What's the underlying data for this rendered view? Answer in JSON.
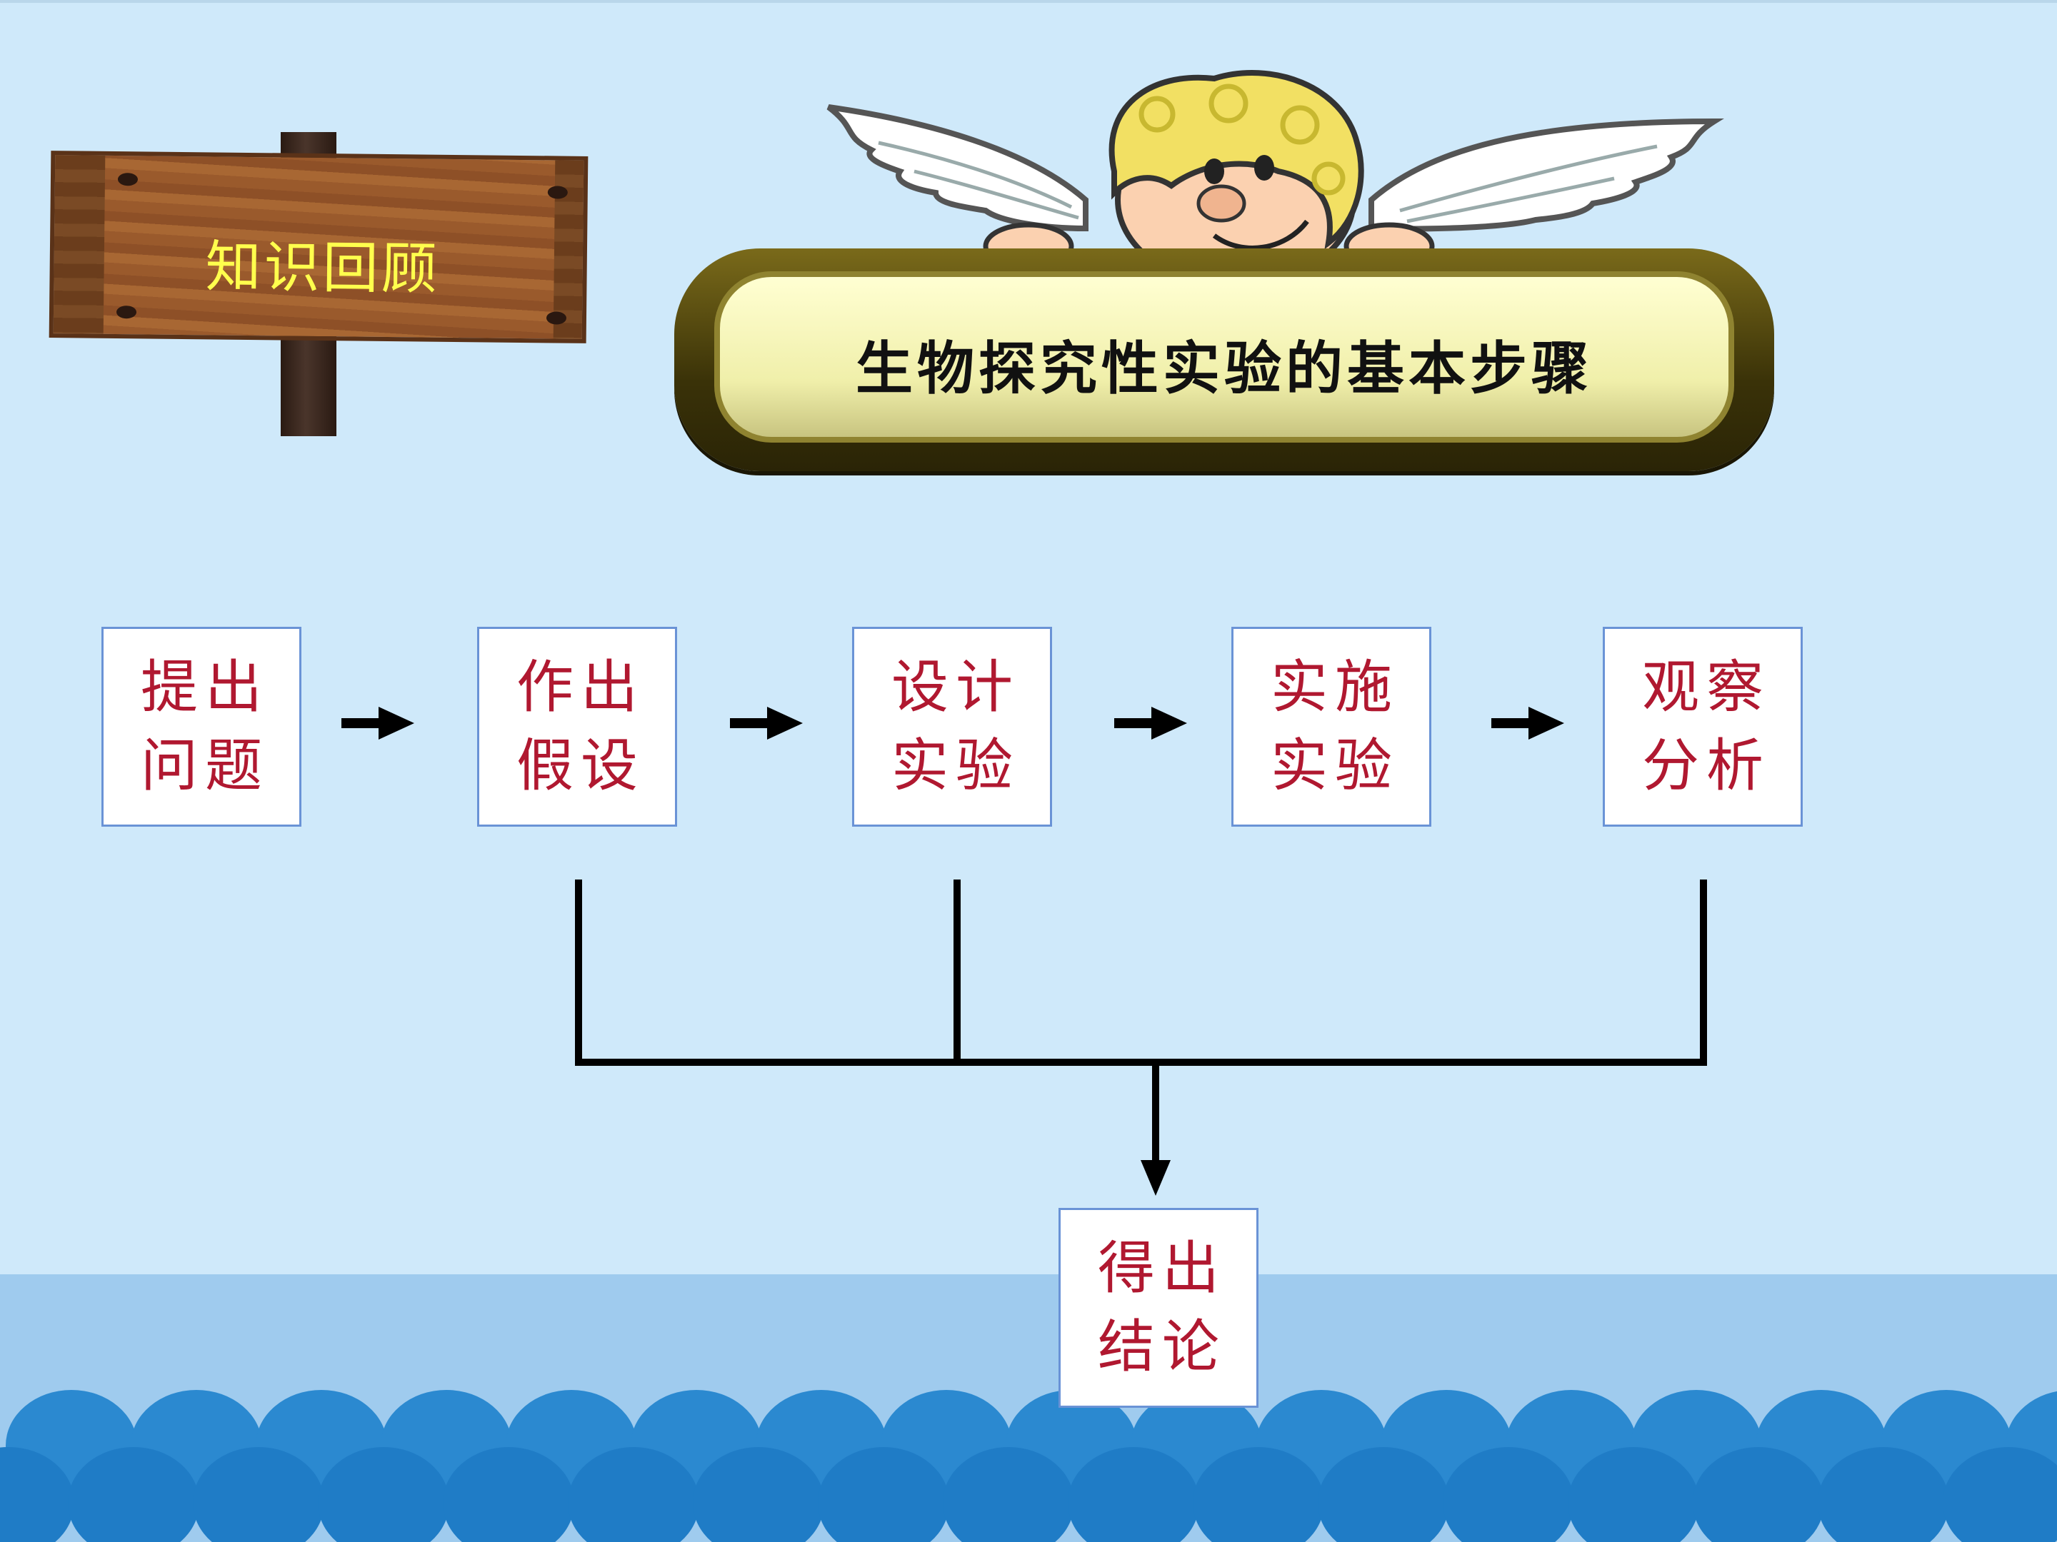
{
  "colors": {
    "background": "#cfe9fa",
    "bottom_band": "#9fcbee",
    "waves": "#2b89d0",
    "step_text": "#b01830",
    "sign_text": "#ffff4d",
    "box_border": "#6a93d6"
  },
  "sign": {
    "label": "知识回顾"
  },
  "title": "生物探究性实验的基本步骤",
  "steps": [
    {
      "line1": "提出",
      "line2": "问题"
    },
    {
      "line1": "作出",
      "line2": "假设"
    },
    {
      "line1": "设计",
      "line2": "实验"
    },
    {
      "line1": "实施",
      "line2": "实验"
    },
    {
      "line1": "观察",
      "line2": "分析"
    }
  ],
  "conclusion": {
    "line1": "得出",
    "line2": "结论"
  },
  "decorations": [
    "wooden-signpost",
    "angel-cartoon",
    "wave-pattern"
  ]
}
